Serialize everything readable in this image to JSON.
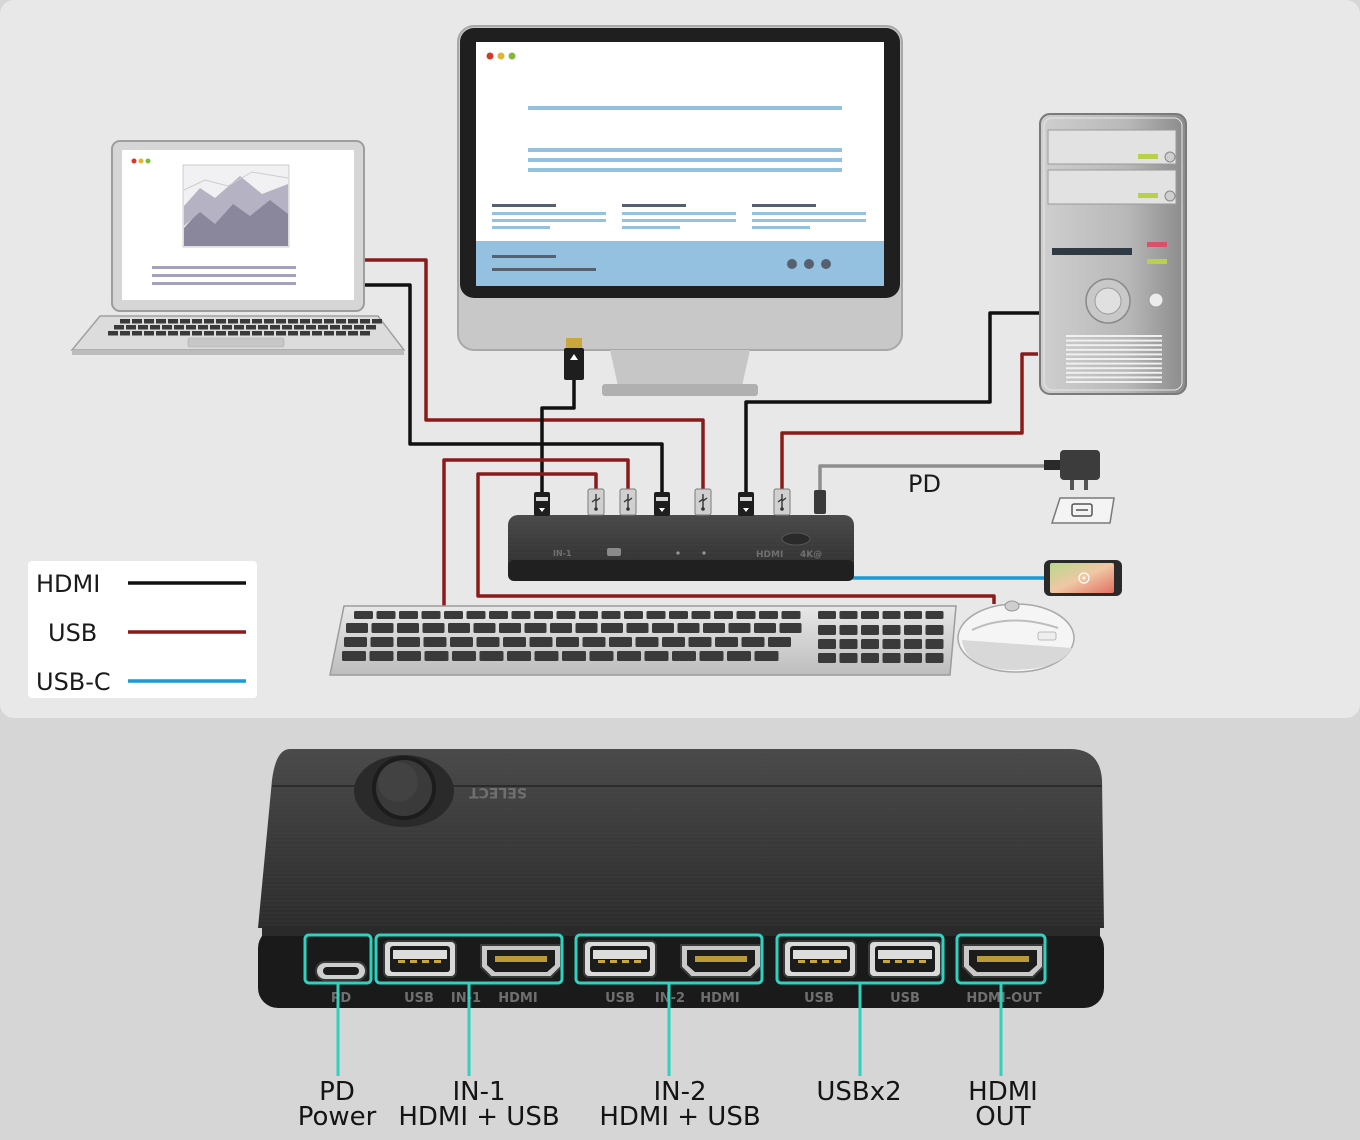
{
  "colors": {
    "hdmi": "#111111",
    "usb": "#8b1a1a",
    "usbc": "#1a9ad6",
    "highlight": "#2fd1c0",
    "top_bg": "#e8e8e8",
    "bottom_bg": "#d6d6d6"
  },
  "legend": [
    {
      "label": "HDMI",
      "color_key": "hdmi"
    },
    {
      "label": "USB",
      "color_key": "usb"
    },
    {
      "label": "USB-C",
      "color_key": "usbc"
    }
  ],
  "connection_diagram": {
    "pd_label": "PD",
    "devices": [
      "laptop",
      "monitor",
      "desktop-tower",
      "power-adapter",
      "smartphone",
      "keyboard",
      "mouse",
      "kvm-switch"
    ],
    "switch_front_marks": {
      "in1": "IN-1",
      "hdmi": "HDMI",
      "res": "4K@"
    }
  },
  "switch_device": {
    "select_label": "SELECT",
    "port_etchings": [
      "PD",
      "USB",
      "IN-1",
      "HDMI",
      "USB",
      "IN-2",
      "HDMI",
      "USB",
      "USB",
      "HDMI-OUT"
    ]
  },
  "port_callouts": [
    {
      "line1": "PD",
      "line2": "Power"
    },
    {
      "line1": "IN-1",
      "line2": "HDMI + USB"
    },
    {
      "line1": "IN-2",
      "line2": "HDMI + USB"
    },
    {
      "line1": "USBx2",
      "line2": ""
    },
    {
      "line1": "HDMI",
      "line2": "OUT"
    }
  ]
}
